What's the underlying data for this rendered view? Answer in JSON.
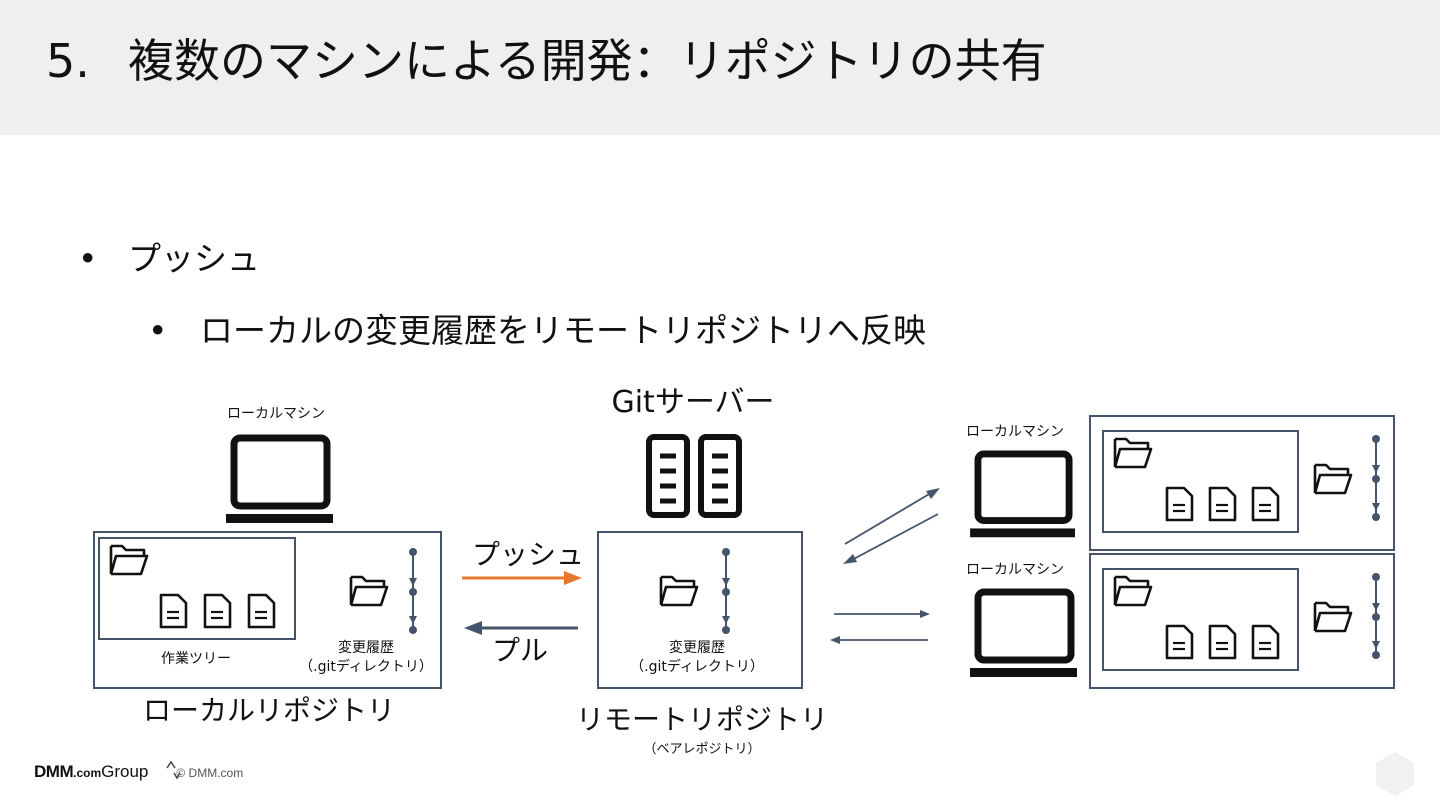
{
  "slide": {
    "number": "5.",
    "title": "複数のマシンによる開発：リポジトリの共有"
  },
  "bullets": {
    "level1": {
      "marker": "•",
      "text": "プッシュ"
    },
    "level2": {
      "marker": "•",
      "text": "ローカルの変更履歴をリモートリポジトリへ反映"
    }
  },
  "diagram": {
    "left_machine_label": "ローカルマシン",
    "work_tree_label": "作業ツリー",
    "history_label_line1": "変更履歴",
    "history_label_line2": "（.gitディレクトリ）",
    "local_repo_label": "ローカルリポジトリ",
    "push_label": "プッシュ",
    "pull_label": "プル",
    "server_label": "Gitサーバー",
    "remote_history_line1": "変更履歴",
    "remote_history_line2": "（.gitディレクトリ）",
    "remote_repo_label": "リモートリポジトリ",
    "remote_repo_sub": "（ベアレポジトリ）",
    "right_machine1_label": "ローカルマシン",
    "right_machine2_label": "ローカルマシン",
    "colors": {
      "push_arrow": "#e8772e",
      "pull_arrow": "#44546a",
      "box_border": "#44546a",
      "node": "#44546a"
    }
  },
  "footer": {
    "brand": "DMM",
    "brand_suffix": ".com",
    "group": "Group",
    "copyright": "© DMM.com"
  }
}
